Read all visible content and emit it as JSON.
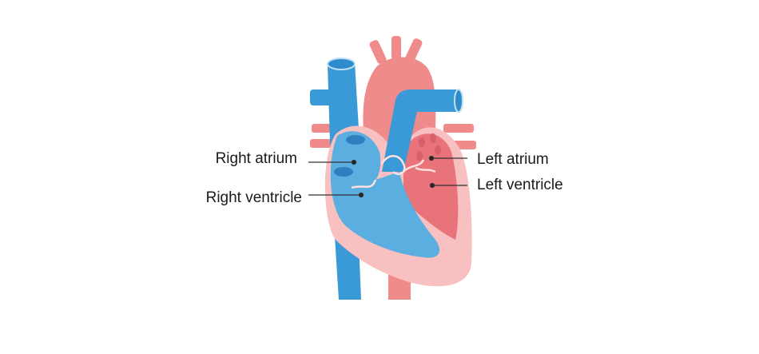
{
  "diagram": {
    "labels": {
      "right_atrium": "Right atrium",
      "right_ventricle": "Right ventricle",
      "left_atrium": "Left atrium",
      "left_ventricle": "Left ventricle"
    },
    "colors": {
      "deoxygenated_blue": "#3a9ad8",
      "chamber_blue": "#5aaee0",
      "oxygenated_pink": "#f08b8b",
      "chamber_red": "#e8737a",
      "wall_pink": "#f8c0c0",
      "leader_line": "#333333"
    }
  }
}
